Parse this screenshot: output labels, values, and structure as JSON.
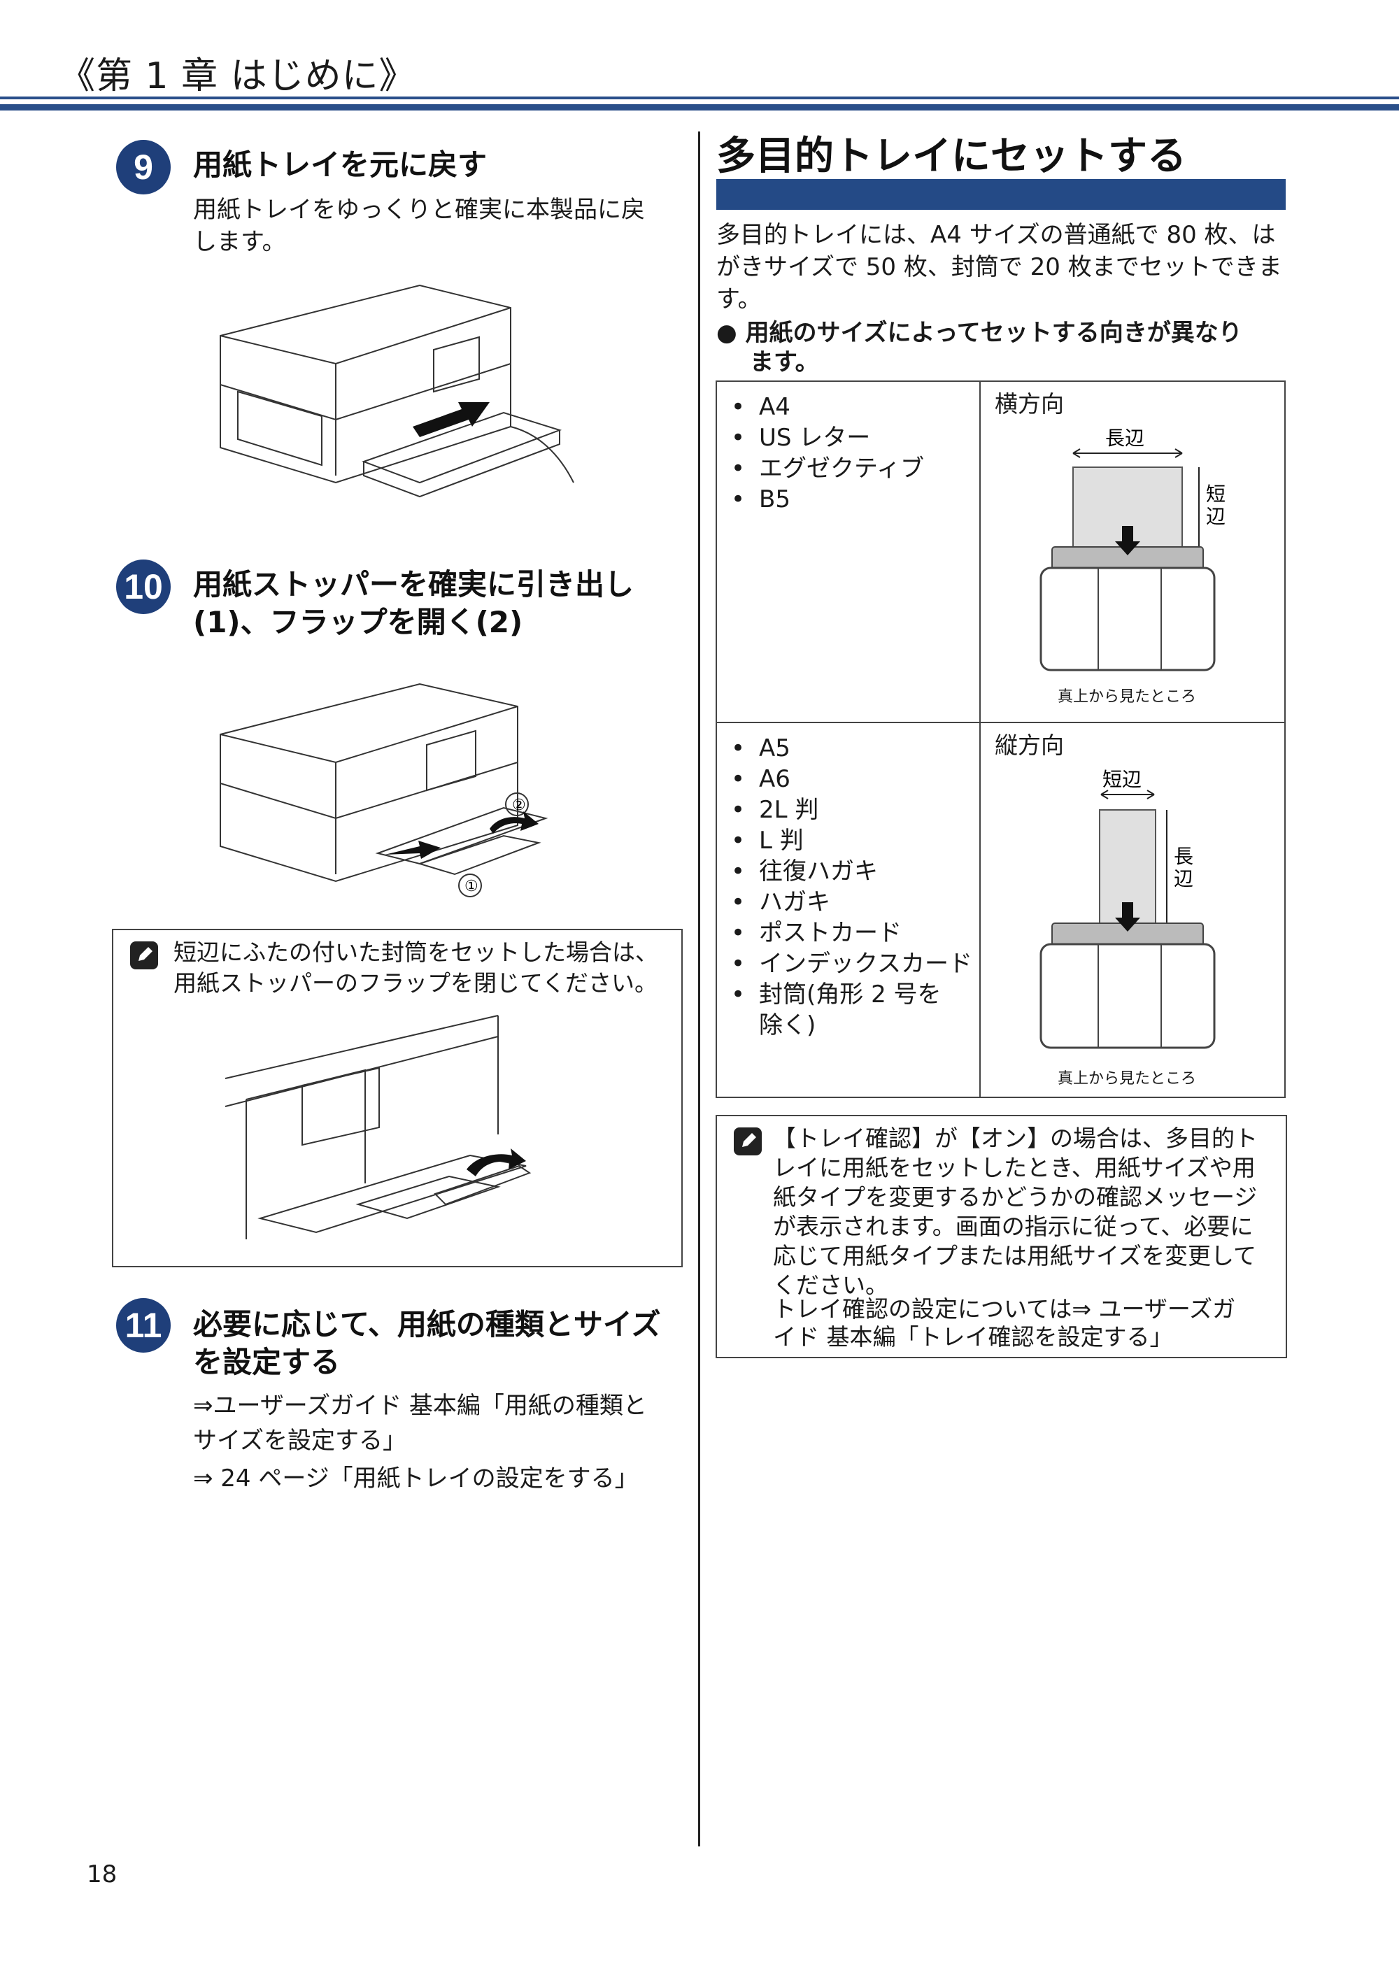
{
  "header": {
    "chapter_title": "《第 1 章 はじめに》"
  },
  "page_number": "18",
  "left": {
    "step9": {
      "number": "9",
      "heading": "用紙トレイを元に戻す",
      "body_1": "用紙トレイをゆっくりと確実に本製品に戻",
      "body_2": "します。"
    },
    "step10": {
      "number": "10",
      "heading_1": "用紙ストッパーを確実に引き出し",
      "heading_2": "(1)、フラップを開く(2)",
      "callout_1": "①",
      "callout_2": "②"
    },
    "note": {
      "line_1": "短辺にふたの付いた封筒をセットした場合は、",
      "line_2": "用紙ストッパーのフラップを閉じてください。"
    },
    "step11": {
      "number": "11",
      "heading_1": "必要に応じて、用紙の種類とサイズ",
      "heading_2": "を設定する",
      "ref_1a": "⇒ユーザーズガイド 基本編「用紙の種類と",
      "ref_1b": "サイズを設定する」",
      "ref_2": "⇒ 24 ページ「用紙トレイの設定をする」"
    }
  },
  "right": {
    "section_title": "多目的トレイにセットする",
    "intro_1": "多目的トレイには、A4 サイズの普通紙で 80 枚、は",
    "intro_2": "がきサイズで 50 枚、封筒で 20 枚までセットできま",
    "intro_3": "す。",
    "bullet_1": "● 用紙のサイズによってセットする向きが異なり",
    "bullet_2": "ます。",
    "table": {
      "row1": {
        "sizes": [
          "A4",
          "US レター",
          "エグゼクティブ",
          "B5"
        ],
        "orientation": "横方向",
        "long_edge": "長辺",
        "short_edge": "短辺",
        "caption": "真上から見たところ"
      },
      "row2": {
        "sizes": [
          "A5",
          "A6",
          "2L 判",
          "L 判",
          "往復ハガキ",
          "ハガキ",
          "ポストカード",
          "インデックスカード",
          "封筒(角形 2 号を"
        ],
        "sizes_cont": "除く)",
        "orientation": "縦方向",
        "short_edge": "短辺",
        "long_edge": "長辺",
        "caption": "真上から見たところ"
      }
    },
    "note": {
      "lines": [
        "【トレイ確認】が【オン】の場合は、多目的ト",
        "レイに用紙をセットしたとき、用紙サイズや用",
        "紙タイプを変更するかどうかの確認メッセージ",
        "が表示されます。画面の指示に従って、必要に",
        "応じて用紙タイプまたは用紙サイズを変更して",
        "ください。"
      ],
      "ref_1": "トレイ確認の設定については⇒ ユーザーズガ",
      "ref_2": "イド 基本編「トレイ確認を設定する」"
    }
  },
  "colors": {
    "accent": "#244a86",
    "badge": "#1f3f7a"
  },
  "icons": {
    "note": "pencil-note-icon",
    "badge": "step-number-badge"
  }
}
